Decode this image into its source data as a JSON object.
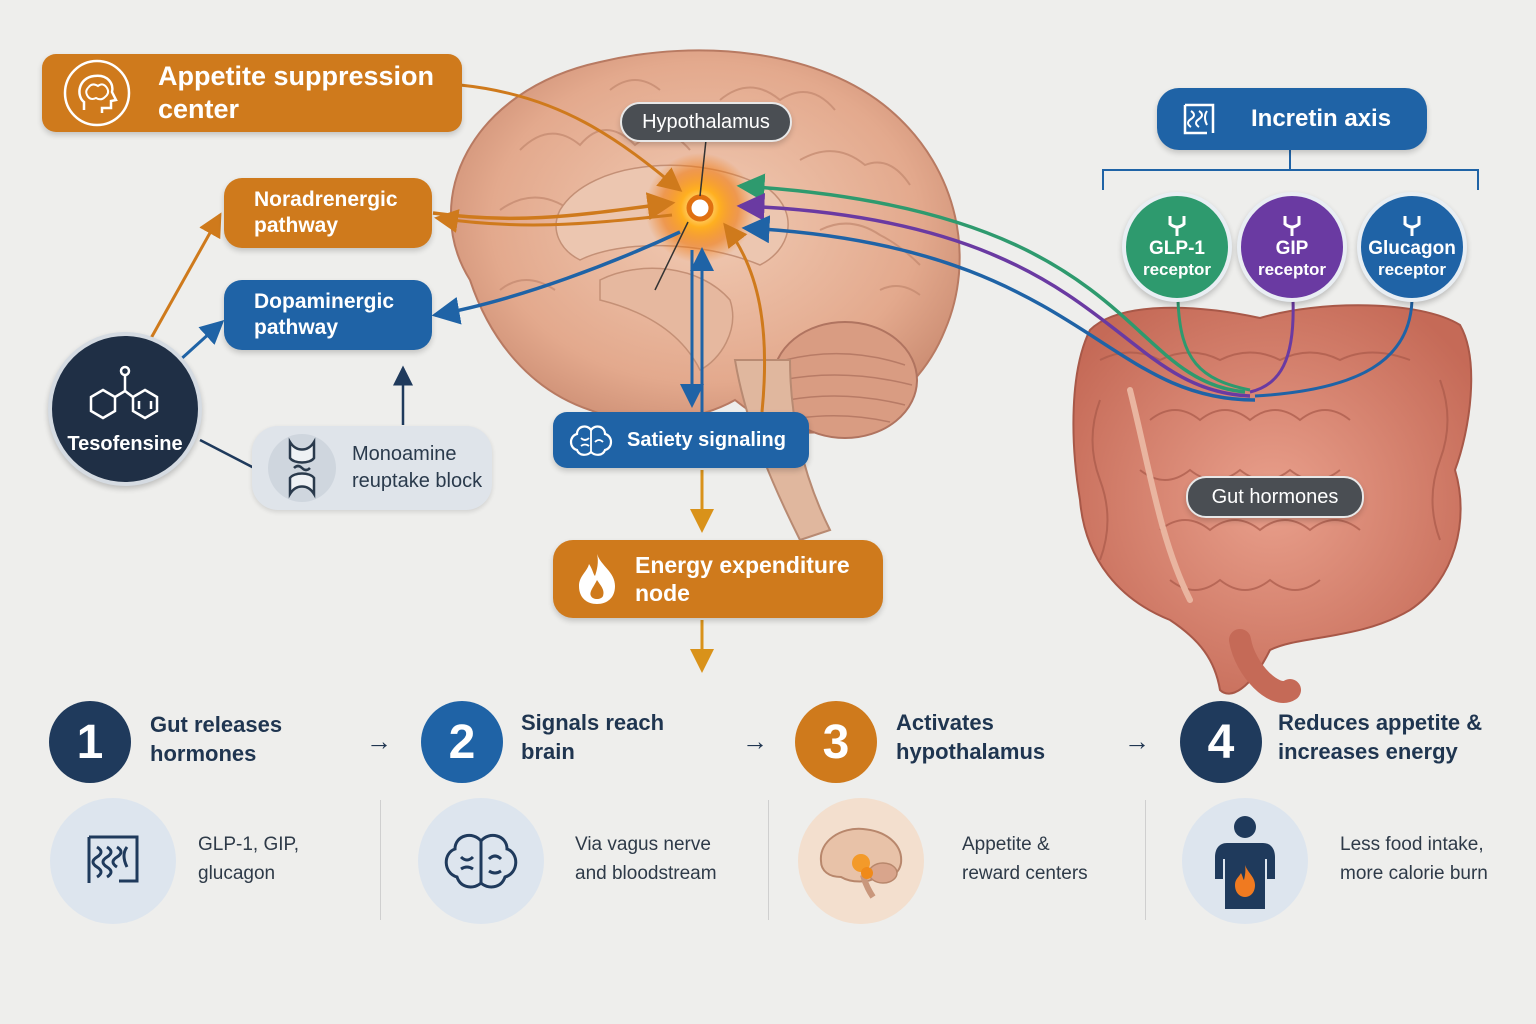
{
  "labels": {
    "appetite_center": "Appetite suppression center",
    "noradrenergic": "Noradrenergic pathway",
    "dopaminergic": "Dopaminergic pathway",
    "tesofensine": "Tesofensine",
    "monoamine": "Monoamine reuptake block",
    "hypothalamus": "Hypothalamus",
    "satiety": "Satiety signaling",
    "energy_node": "Energy expenditure node",
    "incretin_axis": "Incretin axis",
    "gut_hormones": "Gut hormones"
  },
  "receptors": [
    {
      "line1": "GLP-1",
      "line2": "receptor",
      "color": "#2e9a6e"
    },
    {
      "line1": "GIP",
      "line2": "receptor",
      "color": "#6a3aa2"
    },
    {
      "line1": "Glucagon",
      "line2": "receptor",
      "color": "#1f63a6"
    }
  ],
  "steps": [
    {
      "number": "1",
      "title": "Gut releases hormones",
      "desc": "GLP-1, GIP, glucagon",
      "color": "#1f3a5c"
    },
    {
      "number": "2",
      "title": "Signals reach brain",
      "desc": "Via vagus nerve and bloodstream",
      "color": "#1f63a6"
    },
    {
      "number": "3",
      "title": "Activates hypothalamus",
      "desc": "Appetite & reward centers",
      "color": "#cf7a1c"
    },
    {
      "number": "4",
      "title": "Reduces appetite & increases energy",
      "desc": "Less food intake, more calorie burn",
      "color": "#1f3a5c"
    }
  ],
  "step_arrow": "→",
  "colors": {
    "orange": "#cf7a1c",
    "blue": "#1f63a6",
    "navy": "#1f3a5c",
    "green": "#2e9a6e",
    "purple": "#6a3aa2",
    "brain": "#e8b9a0",
    "gut": "#d9826e"
  },
  "icons": [
    "brain-head-icon",
    "molecule-icon",
    "synapse-icon",
    "brain-icon",
    "flame-icon",
    "intestine-icon",
    "receptor-icon",
    "body-flame-icon"
  ]
}
